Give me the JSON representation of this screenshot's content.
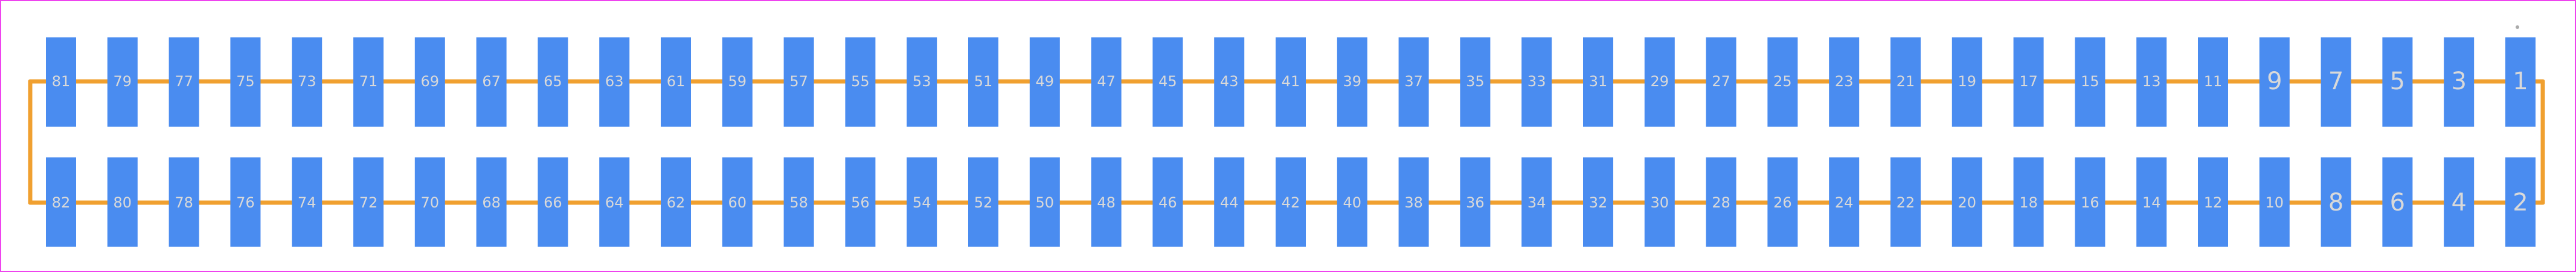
{
  "footprint": {
    "pins_top": [
      "81",
      "79",
      "77",
      "75",
      "73",
      "71",
      "69",
      "67",
      "65",
      "63",
      "61",
      "59",
      "57",
      "55",
      "53",
      "51",
      "49",
      "47",
      "45",
      "43",
      "41",
      "39",
      "37",
      "35",
      "33",
      "31",
      "29",
      "27",
      "25",
      "23",
      "21",
      "19",
      "17",
      "15",
      "13",
      "11",
      "9",
      "7",
      "5",
      "3",
      "1"
    ],
    "pins_bottom": [
      "82",
      "80",
      "78",
      "76",
      "74",
      "72",
      "70",
      "68",
      "66",
      "64",
      "62",
      "60",
      "58",
      "56",
      "54",
      "52",
      "50",
      "48",
      "46",
      "44",
      "42",
      "40",
      "38",
      "36",
      "34",
      "32",
      "30",
      "28",
      "26",
      "24",
      "22",
      "20",
      "18",
      "16",
      "14",
      "12",
      "10",
      "8",
      "6",
      "4",
      "2"
    ],
    "pin1_marker": "pin-1-dot",
    "colors": {
      "pad": "#4a8cf0",
      "trace": "#f0a030",
      "label": "#d9d9d9",
      "frame": "#ee44ee",
      "marker": "#aaaaaa"
    }
  }
}
